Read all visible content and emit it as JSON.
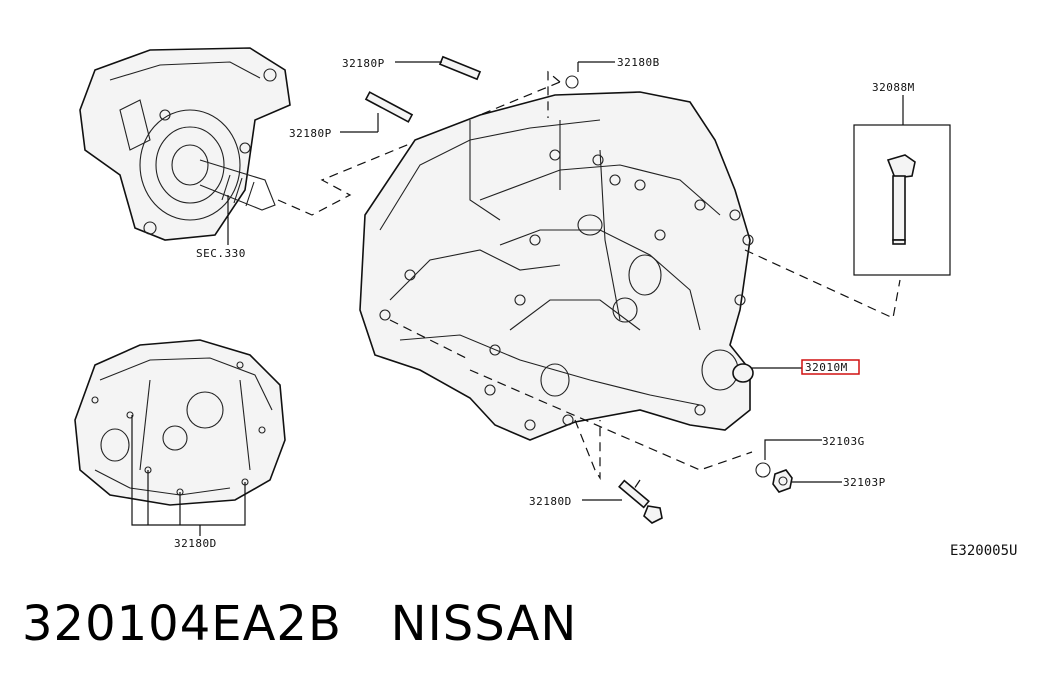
{
  "labels": {
    "p32180p_top": "32180P",
    "p32180p_mid": "32180P",
    "p32180b": "32180B",
    "p32088m": "32088M",
    "sec330": "SEC.330",
    "p32010m": "32010M",
    "p32103g": "32103G",
    "p32103p": "32103P",
    "p32180d_center": "32180D",
    "p32180d_left": "32180D"
  },
  "figure_code": "E320005U",
  "caption": {
    "part_number": "320104EA2B",
    "brand": "NISSAN"
  },
  "colors": {
    "highlight_box": "#d01010",
    "line": "#111111"
  }
}
